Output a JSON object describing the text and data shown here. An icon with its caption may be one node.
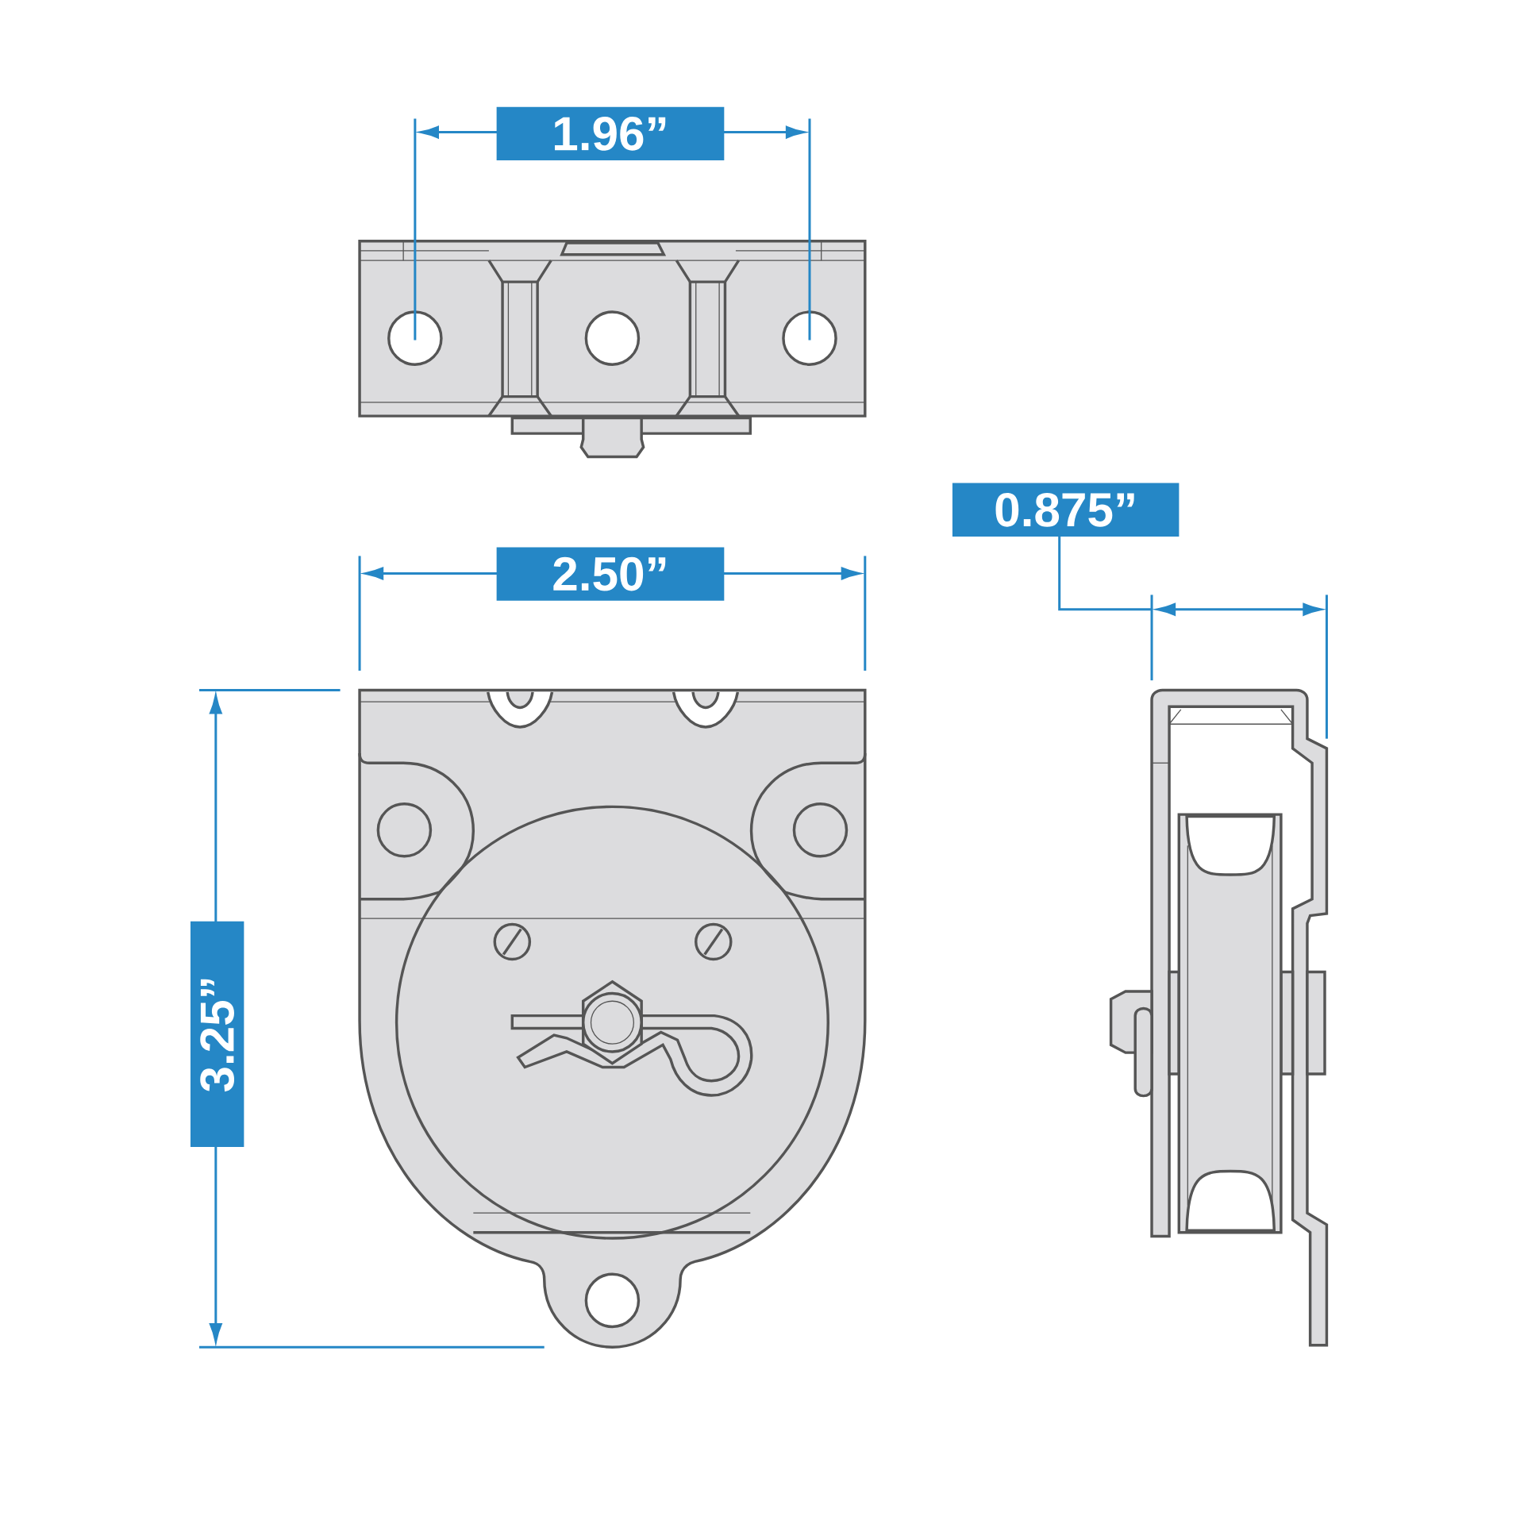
{
  "diagram": {
    "labels": [
      "1.96”",
      "2.50”",
      "0.875”",
      "3.25”"
    ]
  }
}
